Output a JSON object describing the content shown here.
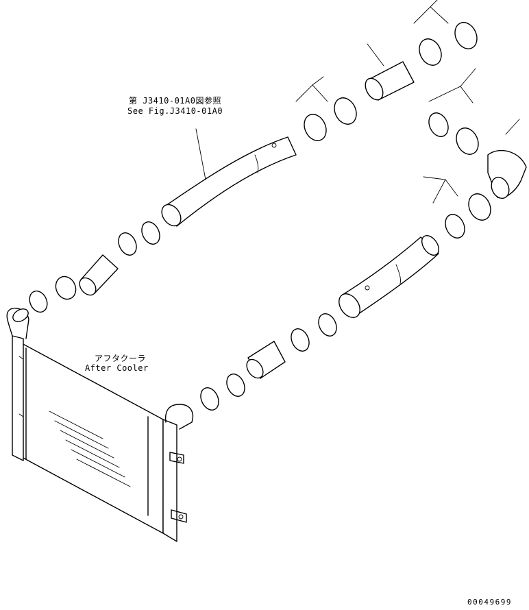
{
  "labels": {
    "ref_jp": "第 J3410-01A0図参照",
    "ref_en": "See Fig.J3410-01A0",
    "cooler_jp": "アフタクーラ",
    "cooler_en": "After Cooler",
    "drawing_no": "00049699"
  }
}
